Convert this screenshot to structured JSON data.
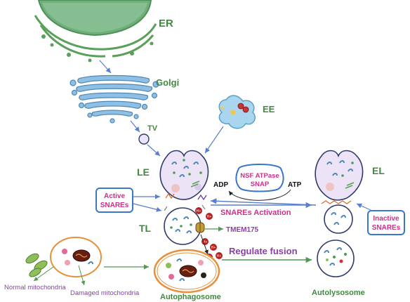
{
  "labels": {
    "er": "ER",
    "golgi": "Golgi",
    "ee": "EE",
    "tv": "TV",
    "le": "LE",
    "el": "EL",
    "tl": "TL",
    "active_snares_line1": "Active",
    "active_snares_line2": "SNAREs",
    "inactive_snares_line1": "Inactive",
    "inactive_snares_line2": "SNAREs",
    "adp": "ADP",
    "atp": "ATP",
    "nsf_line1": "NSF ATPase",
    "nsf_line2": "SNAP",
    "snares_activation": "SNAREs Activation",
    "tmem175": "TMEM175",
    "regulate_fusion": "Regulate fusion",
    "normal_mitochondria": "Normal mitochondria",
    "damaged_mitochondria": "Damaged mitochondria",
    "autophagosome": "Autophagosome",
    "autolysosome": "Autolysosome",
    "ion_label": "H+"
  },
  "colors": {
    "organelle_green": "#5a9f5a",
    "golgi_blue": "#7fb6dd",
    "vesicle_fill": "#ece3f6",
    "vesicle_stroke": "#2f3a6b",
    "arrow_blue": "#5a7fd0",
    "arrow_green": "#4e9a4e",
    "text_green": "#3f8a3f",
    "text_pink": "#cc2f8a",
    "text_purple": "#8a3fa8",
    "box_blue": "#3b76c9",
    "autophagosome_orange": "#e5913c"
  },
  "icons": [
    "er-icon",
    "golgi-icon",
    "early-endosome-icon",
    "transport-vesicle-icon",
    "late-endosome-icon",
    "endolysosome-icon",
    "tertiary-lysosome-icon",
    "autophagosome-icon",
    "autolysosome-icon",
    "mitochondria-icon",
    "tmem175-channel-icon"
  ]
}
